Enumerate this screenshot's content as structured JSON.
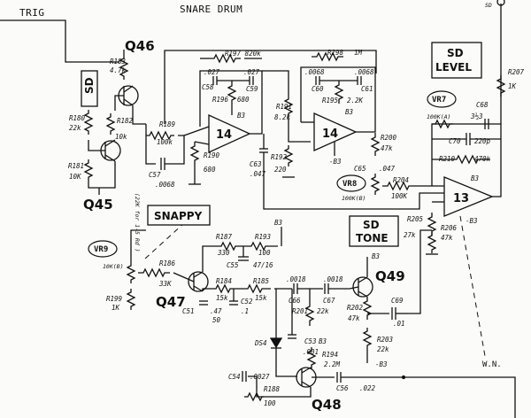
{
  "header": {
    "trig": "TRIG",
    "title": "SNARE DRUM",
    "sd_top": "SD"
  },
  "transistors": {
    "q45": "Q45",
    "q46": "Q46",
    "q47": "Q47",
    "q48": "Q48",
    "q49": "Q49"
  },
  "opamps": {
    "u14a": "14",
    "u14b": "14",
    "u13": "13"
  },
  "boxes": {
    "sd_vertical": "SD",
    "sd_level_1": "SD",
    "sd_level_2": "LEVEL",
    "snappy": "SNAPPY",
    "sd_tone_1": "SD",
    "sd_tone_2": "TONE"
  },
  "pots": {
    "vr7": "VR7",
    "vr7_val": "100K(A)",
    "vr8": "VR8",
    "vr8_val": "100K(B)",
    "vr9": "VR9",
    "vr9_val": "10K(B)"
  },
  "parts": {
    "r183": "R183",
    "r183v": "4.7k",
    "r180": "R180",
    "r180v": "22k",
    "r182": "R182",
    "r182v": "10k",
    "r181": "R181",
    "r181v": "10K",
    "r189": "R189",
    "r189v": "100k",
    "c57": "C57",
    "c57v": ".0068",
    "r190": "R190",
    "r190v": "680",
    "r197": "R197 820k",
    "c58v": ".027",
    "c58": "C58",
    "c59v": ".027",
    "c59": "C59",
    "r196": "R196",
    "r196v": "680",
    "b3": "B3",
    "r198": "R198",
    "r198v": "1M",
    "c60v": ".0068",
    "c60": "C60",
    "c61v": ".0068",
    "c61": "C61",
    "r195": "R195",
    "r195v": "2.2K",
    "r191": "R191",
    "r191v": "8.2k",
    "r192": "R192",
    "r192v": "220",
    "c63": "C63",
    "c63v": ".047",
    "r200": "R200",
    "r200v": "47k",
    "c65": "C65",
    "c65v": ".047",
    "r204": "R204",
    "r204v": "100K",
    "m_b3": "-B3",
    "r207": "R207",
    "r207v": "1K",
    "c68": "C68",
    "c68v": "3½3",
    "c70": "C70",
    "c70v": "220p",
    "r210": "R210",
    "r210v": "470k",
    "r205": "R205",
    "r205v": "27k",
    "r206": "R206",
    "r206v": "47k",
    "r187": "R187",
    "r187v": "330",
    "r193": "R193",
    "r193v": "100",
    "c55": "C55",
    "c55v": "47/16",
    "r186": "R186",
    "r186v": "33K",
    "r199": "R199",
    "r199v": "1K",
    "r184": "R184",
    "r184v": "15k",
    "r185": "R185",
    "r185v": "15k",
    "c51": "C51",
    "c51v": ".47",
    "c51v2": "50",
    "c52": "C52",
    "c52v": ".1",
    "c66v": ".0018",
    "c66": "C66",
    "c67v": ".0018",
    "c67": "C67",
    "r201": "R201",
    "r201v": "22k",
    "r202": "R202",
    "r202v": "47k",
    "c53": "C53",
    "c53v": ".001",
    "c69": "C69",
    "c69v": ".01",
    "r203": "R203",
    "r203v": "22k",
    "ds4": "DS4",
    "r194": "R194",
    "r194v": "2.2M",
    "c54": "C54",
    "c54v": ".0027",
    "r188": "R188",
    "r188v": "100",
    "c56": "C56",
    "c56v": ".022",
    "wn": "W.N.",
    "note": "(22K for 1-5 Rd )"
  }
}
